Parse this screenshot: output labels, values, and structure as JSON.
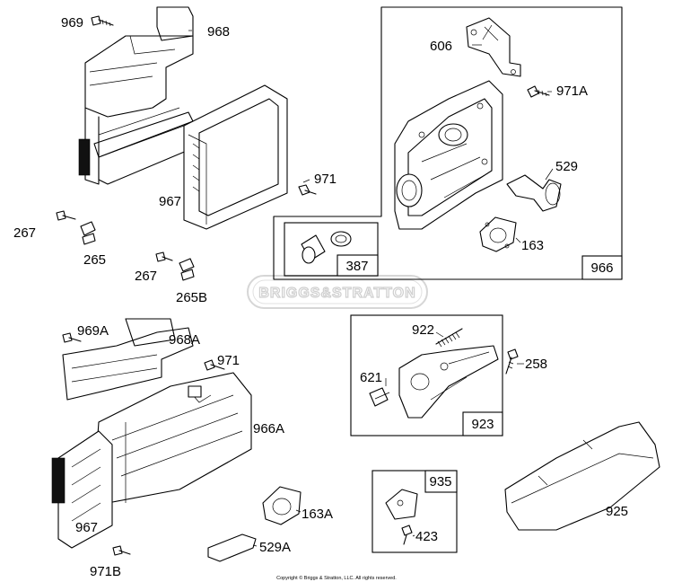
{
  "diagram": {
    "callouts": {
      "p969": "969",
      "p968": "968",
      "p967_top": "967",
      "p971": "971",
      "p267_a": "267",
      "p265": "265",
      "p267_b": "267",
      "p265B": "265B",
      "p606": "606",
      "p971A": "971A",
      "p529": "529",
      "p163": "163",
      "p969A": "969A",
      "p968A": "968A",
      "p971_low": "971",
      "p966A": "966A",
      "p967_low": "967",
      "p163A": "163A",
      "p529A": "529A",
      "p971B": "971B",
      "p922": "922",
      "p258": "258",
      "p621": "621",
      "p935": "935",
      "p423": "423",
      "p925": "925"
    },
    "boxes": {
      "box387": "387",
      "box966": "966",
      "box923": "923",
      "box935": "935"
    },
    "watermark": "BRIGGS&STRATTON",
    "copyright": "Copyright © Briggs & Stratton, LLC. All rights reserved."
  }
}
